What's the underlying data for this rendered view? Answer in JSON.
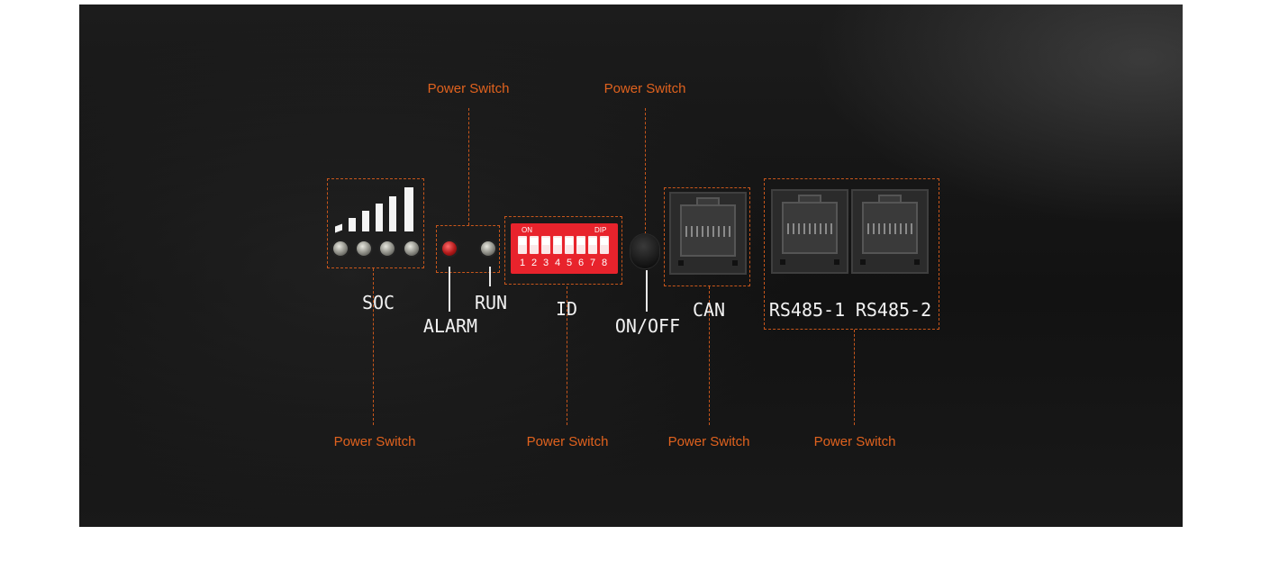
{
  "callouts": {
    "alarm_run": "Power Switch",
    "onoff": "Power Switch",
    "soc": "Power Switch",
    "id": "Power Switch",
    "can": "Power Switch",
    "rs485": "Power Switch"
  },
  "panel_labels": {
    "soc": "SOC",
    "alarm": "ALARM",
    "run": "RUN",
    "id": "ID",
    "onoff": "ON/OFF",
    "can": "CAN",
    "rs485_1": "RS485-1",
    "rs485_2": "RS485-2"
  },
  "dip_switch": {
    "on_label": "ON",
    "dip_label": "DIP",
    "numbers": [
      "1",
      "2",
      "3",
      "4",
      "5",
      "6",
      "7",
      "8"
    ]
  },
  "colors": {
    "callout": "#e0621e",
    "dip_body": "#e8232c",
    "alarm_led": "#b01818"
  }
}
